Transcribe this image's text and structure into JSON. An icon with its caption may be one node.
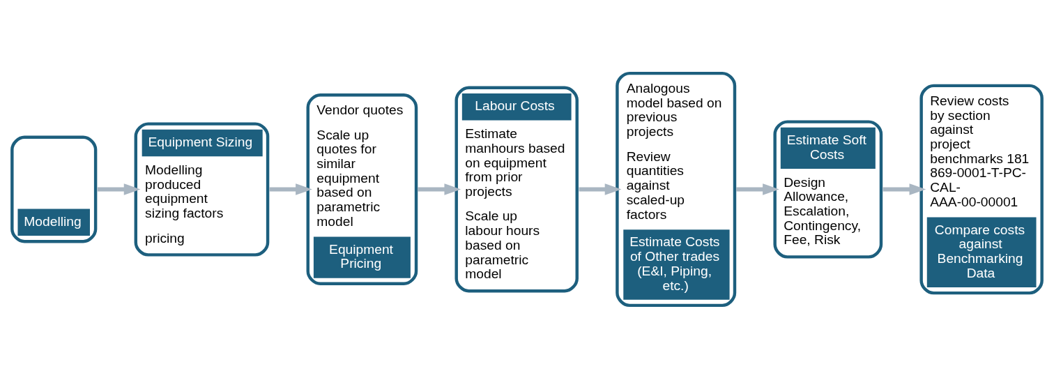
{
  "diagram": {
    "nodes": [
      {
        "text": [
          "Modelling"
        ]
      },
      {
        "text": [
          "Equipment Sizing",
          "Modelling produced equipment sizing factors",
          "pricing"
        ]
      },
      {
        "text": [
          "Vendor quotes",
          "Scale up quotes for similar equipment based on parametric model",
          "Equipment Pricing"
        ]
      },
      {
        "text": [
          "Labour Costs",
          "Estimate manhours based on equipment from prior projects",
          "Scale up labour hours based on parametric model"
        ]
      },
      {
        "text": [
          "Analogous model based on previous projects",
          "Review quantities against scaled-up factors",
          "Estimate Costs of Other trades (E&I, Piping, etc.)"
        ]
      },
      {
        "text": [
          "Estimate Soft Costs",
          "Design Allowance, Escalation, Contingency, Fee, Risk"
        ]
      },
      {
        "text": [
          "Review costs by section against project benchmarks 181869-0001-T-PC-CAL-AAA-00-00001",
          "Compare costs against Benchmarking Data"
        ]
      }
    ],
    "edges": [
      {
        "from": 0,
        "to": 1,
        "arrow": "to"
      },
      {
        "from": 1,
        "to": 2,
        "arrow": "to"
      },
      {
        "from": 2,
        "to": 3,
        "arrow": "to"
      },
      {
        "from": 3,
        "to": 4,
        "arrow": "to"
      },
      {
        "from": 4,
        "to": 5,
        "arrow": "to"
      },
      {
        "from": 5,
        "to": 6,
        "arrow": "to"
      }
    ]
  }
}
